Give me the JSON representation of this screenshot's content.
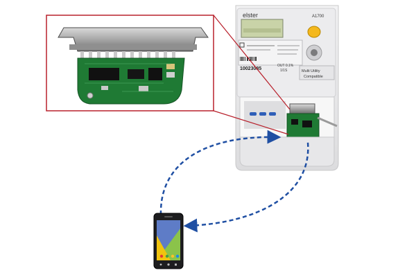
{
  "meter": {
    "brand": "elster",
    "model": "A1700",
    "serial": "10023085",
    "badge_line1": "Multi Utility",
    "badge_line2": "Compatible",
    "out_label": "OUT 0.1%",
    "out_sub": "1/1S"
  },
  "colors": {
    "inset_border": "#b8202b",
    "link_arrow": "#1f4fa3",
    "pcb_green": "#1f7a34",
    "meter_body": "#e9e9ea",
    "android_green": "#8bc34a"
  },
  "icons": {
    "phone": "smartphone-icon",
    "connector": "db25-connector-icon"
  }
}
